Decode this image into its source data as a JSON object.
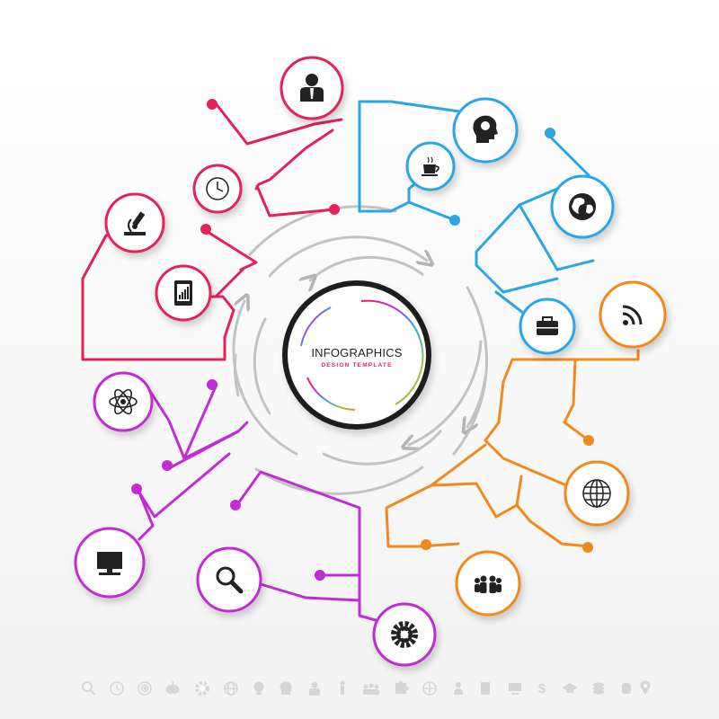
{
  "center": {
    "title": "INFOGRAPHICS",
    "subtitle": "DESIGN TEMPLATE"
  },
  "colors": {
    "red": "#e5215a",
    "blue": "#2aa6e6",
    "orange": "#f08a1c",
    "purple": "#c22cd6",
    "gray": "#b5b5b5",
    "icon": "#222222",
    "footer_icon": "#d6d6d6"
  },
  "groups": [
    {
      "color": "red",
      "icons": [
        "businessman-icon",
        "clock-icon",
        "microscope-icon",
        "tablet-chart-icon"
      ]
    },
    {
      "color": "blue",
      "icons": [
        "head-idea-icon",
        "coffee-cup-icon",
        "globe-icon",
        "briefcase-icon"
      ]
    },
    {
      "color": "orange",
      "icons": [
        "rss-icon",
        "world-grid-icon",
        "team-icon"
      ]
    },
    {
      "color": "purple",
      "icons": [
        "atom-icon",
        "computer-icon",
        "magnifier-icon",
        "gear-icon"
      ]
    }
  ],
  "footer_icons": [
    "search-icon",
    "clock-icon",
    "target-icon",
    "apple-icon",
    "coffee-icon",
    "gear-icon",
    "globe-icon",
    "bulb-icon",
    "head-icon",
    "businessman-icon",
    "person-icon",
    "team-icon",
    "puzzle-icon",
    "world-icon",
    "user-icon",
    "chart-icon",
    "monitor-icon",
    "dollar-icon",
    "graduation-icon",
    "coins-icon",
    "database-icon",
    "location-icon"
  ]
}
